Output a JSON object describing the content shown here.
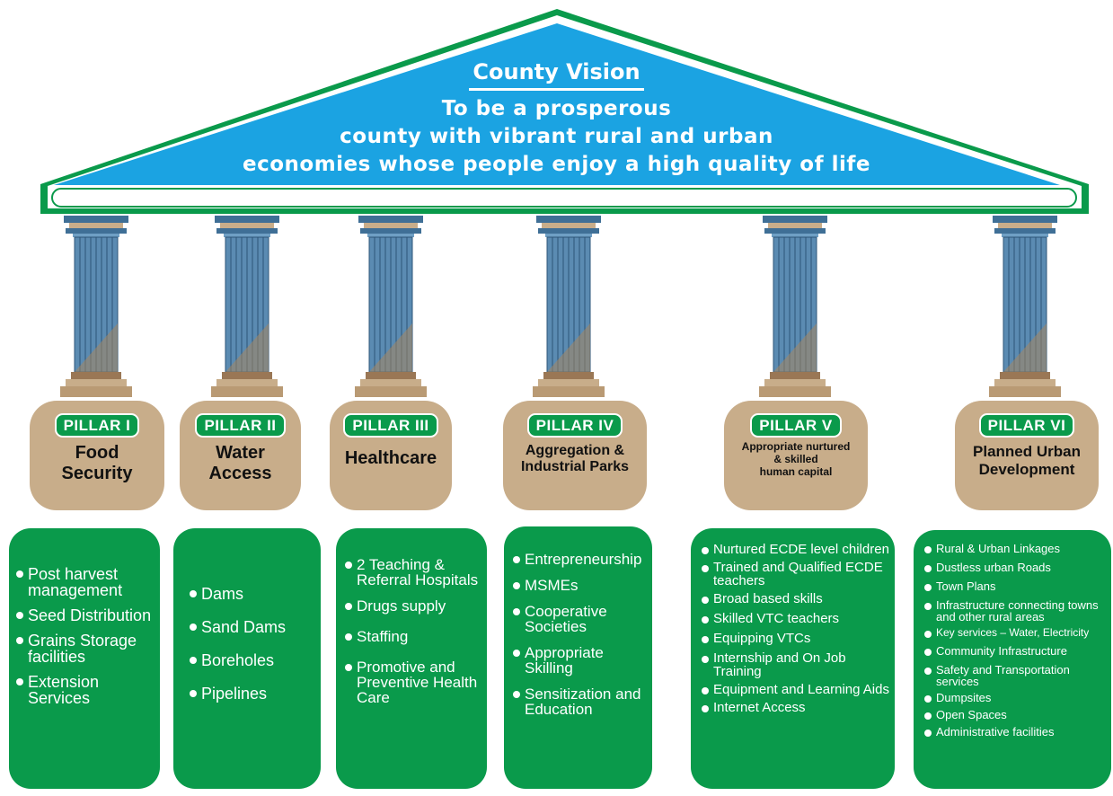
{
  "vision": {
    "title": "County Vision",
    "lines": [
      "To be a prosperous",
      "county with vibrant rural and urban",
      "economies whose  people enjoy a high quality of life"
    ]
  },
  "colors": {
    "roof_blue": "#1ba3e2",
    "roof_border": "#0a9a4b",
    "pillar_tan": "#c8ad8a",
    "badge_green": "#0a9a4b",
    "list_green": "#0a9a4b",
    "column_blue": "#3f6f96"
  },
  "pillars": [
    {
      "badge": "PILLAR I",
      "name": "Food\nSecurity",
      "items": [
        "Post harvest management",
        "Seed Distribution",
        "Grains Storage facilities",
        "Extension Services"
      ]
    },
    {
      "badge": "PILLAR II",
      "name": "Water\nAccess",
      "items": [
        "Dams",
        "Sand Dams",
        "Boreholes",
        "Pipelines"
      ]
    },
    {
      "badge": "PILLAR III",
      "name": "Healthcare",
      "items": [
        "2 Teaching  & Referral Hospitals",
        "Drugs supply",
        "Staffing",
        "Promotive and Preventive Health Care"
      ]
    },
    {
      "badge": "PILLAR IV",
      "name": "Aggregation &\nIndustrial Parks",
      "items": [
        "Entrepreneurship",
        "MSMEs",
        "Cooperative Societies",
        "Appropriate Skilling",
        "Sensitization and Education"
      ]
    },
    {
      "badge": "PILLAR V",
      "name": "Appropriate nurtured\n& skilled\nhuman capital",
      "items": [
        "Nurtured ECDE level children",
        "Trained and Qualified ECDE teachers",
        "Broad based skills",
        "Skilled VTC teachers",
        "Equipping VTCs",
        "Internship and On Job Training",
        "Equipment and Learning Aids",
        "Internet Access"
      ]
    },
    {
      "badge": "PILLAR VI",
      "name": "Planned Urban\nDevelopment",
      "items": [
        "Rural & Urban Linkages",
        "Dustless urban Roads",
        "Town Plans",
        "Infrastructure connecting towns and other rural areas",
        "Key services – Water, Electricity",
        "Community Infrastructure",
        "Safety and Transportation services",
        "Dumpsites",
        "Open Spaces",
        "Administrative facilities"
      ]
    }
  ]
}
